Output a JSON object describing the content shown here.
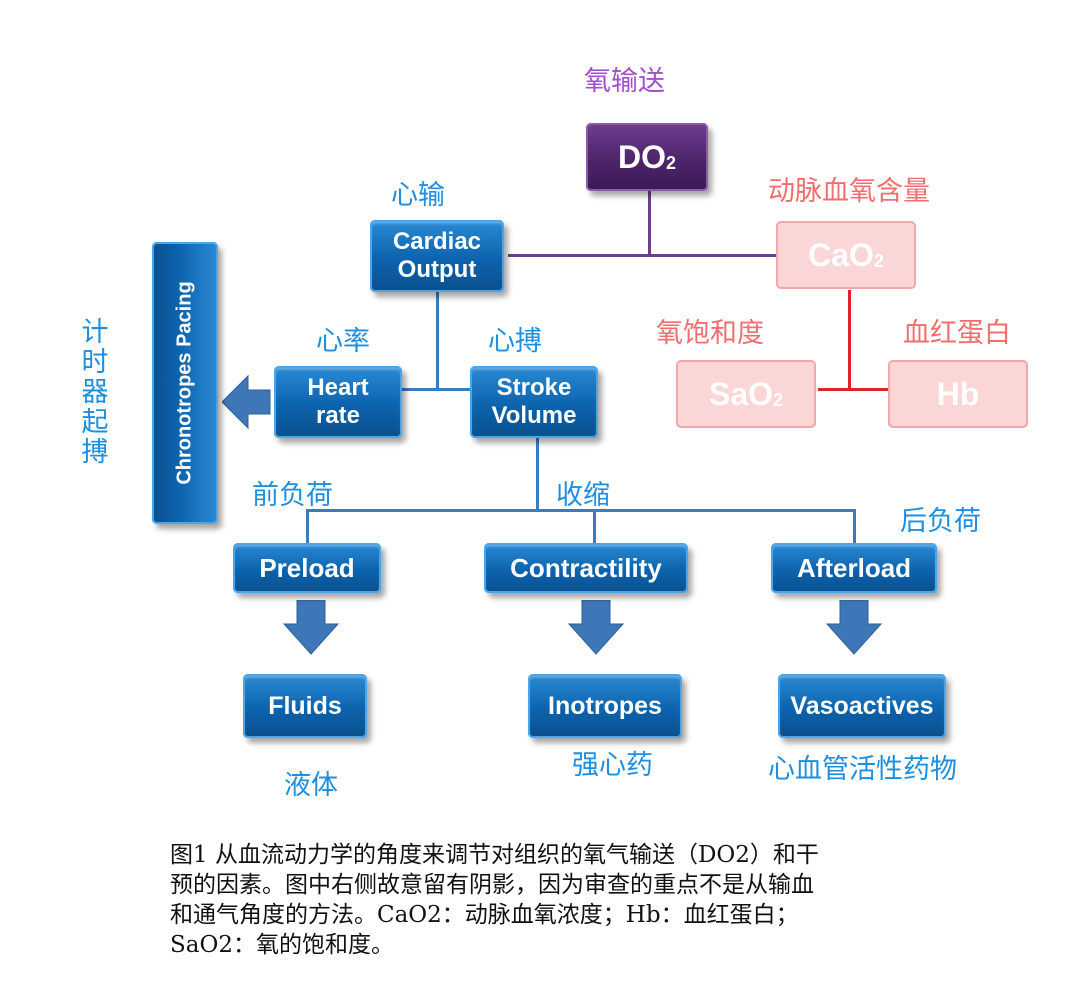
{
  "top": {
    "cn_label": "氧输送",
    "box_main": "DO",
    "box_sub": "2"
  },
  "cardiac_output": {
    "cn_label": "心输",
    "box_line1": "Cardiac",
    "box_line2": "Output"
  },
  "cao2": {
    "cn_label": "动脉血氧含量",
    "box_main": "CaO",
    "box_sub": "2"
  },
  "sao2": {
    "cn_label": "氧饱和度",
    "box_main": "SaO",
    "box_sub": "2"
  },
  "hb": {
    "cn_label": "血红蛋白",
    "box_label": "Hb"
  },
  "heart_rate": {
    "cn_label": "心率",
    "box_line1": "Heart",
    "box_line2": "rate"
  },
  "stroke_volume": {
    "cn_label": "心搏",
    "box_line1": "Stroke",
    "box_line2": "Volume"
  },
  "chronotropes": {
    "box_label": "Chronotropes Pacing",
    "cn_chars": [
      "计",
      "时",
      "器",
      "起",
      "搏"
    ]
  },
  "preload": {
    "cn_label": "前负荷",
    "box_label": "Preload"
  },
  "contractility": {
    "cn_label": "收缩",
    "box_label": "Contractility"
  },
  "afterload": {
    "cn_label": "后负荷",
    "box_label": "Afterload"
  },
  "fluids": {
    "cn_label": "液体",
    "box_label": "Fluids"
  },
  "inotropes": {
    "cn_label": "强心药",
    "box_label": "Inotropes"
  },
  "vasoactives": {
    "cn_label": "心血管活性药物",
    "box_label": "Vasoactives"
  },
  "caption": {
    "line1": "图1 从血流动力学的角度来调节对组织的氧气输送（DO2）和干",
    "line2": "预的因素。图中右侧故意留有阴影，因为审查的重点不是从输血",
    "line3": "和通气角度的方法。CaO2：动脉血氧浓度；Hb：血红蛋白；",
    "line4": "SaO2：氧的饱和度。"
  },
  "colors": {
    "blue_box": "#0d63ad",
    "purple_box": "#4b2368",
    "pink_box": "#fbd6d6",
    "blue_text": "#1e8fe0",
    "pink_text": "#f26d6d",
    "purple_text": "#a24fd0",
    "purple_line": "#6a3f8e",
    "red_line": "#e0232b",
    "blue_line": "#3a7cc0"
  }
}
